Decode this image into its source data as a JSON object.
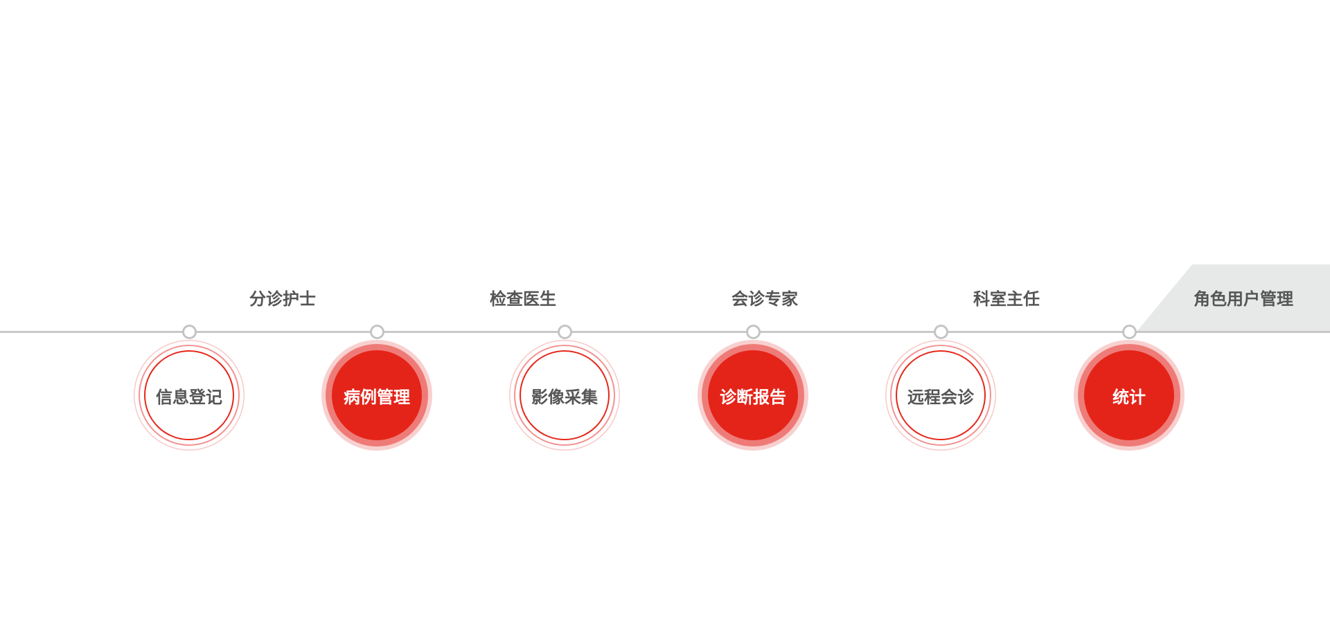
{
  "roles": [
    "分诊护士",
    "检查医生",
    "会诊专家",
    "科室主任"
  ],
  "role_panel": {
    "label": "角色用户管理"
  },
  "steps": [
    {
      "label": "信息登记",
      "style": "outline"
    },
    {
      "label": "病例管理",
      "style": "filled"
    },
    {
      "label": "影像采集",
      "style": "outline"
    },
    {
      "label": "诊断报告",
      "style": "filled"
    },
    {
      "label": "远程会诊",
      "style": "outline"
    },
    {
      "label": "统计",
      "style": "filled"
    }
  ],
  "colors": {
    "accent": "#e42419",
    "line": "#c8c8c8",
    "text": "#555555",
    "panel": "#e7e8e8"
  }
}
